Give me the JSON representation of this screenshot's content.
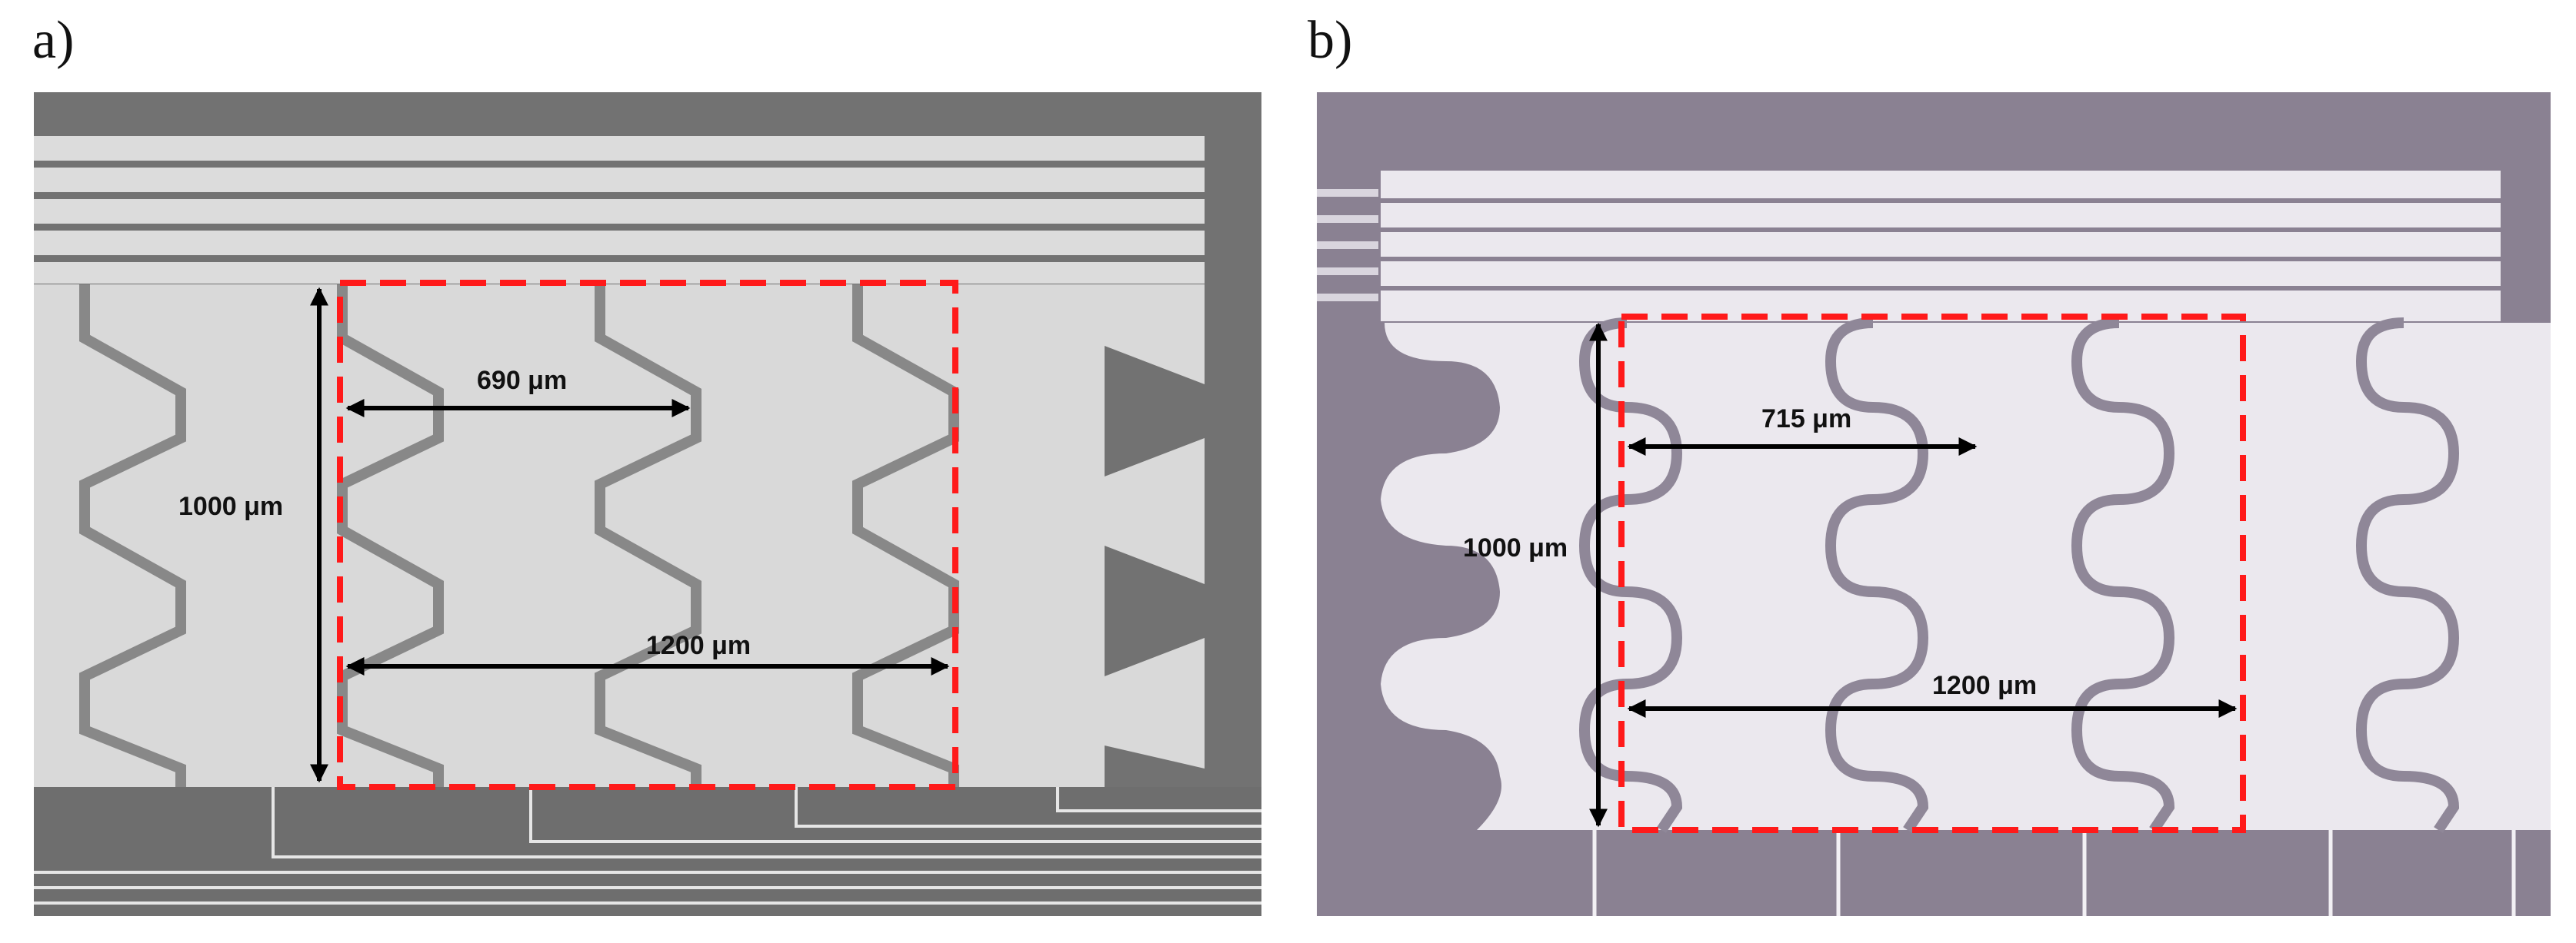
{
  "figure": {
    "panels": [
      {
        "letter": "a)",
        "labels": {
          "width": "690 μm",
          "height": "1000 μm",
          "period": "1200 μm"
        }
      },
      {
        "letter": "b)",
        "labels": {
          "width": "715 μm",
          "height": "1000 μm",
          "period": "1200 μm"
        }
      }
    ]
  }
}
